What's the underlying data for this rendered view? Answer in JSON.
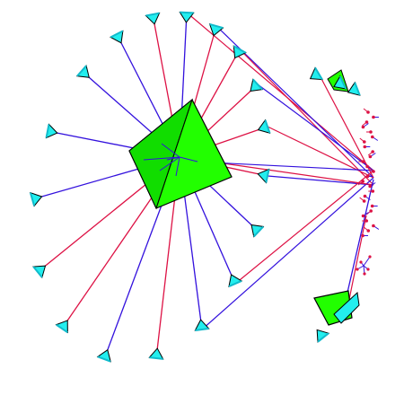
{
  "colors": {
    "background": "#ffffff",
    "hub_fill": "#22ff00",
    "hub_fill_shade": "#11dd00",
    "node_fill": "#22eeee",
    "node_fill_shade": "#11bbcc",
    "outline": "#000000",
    "edge_warm": "#dd1144",
    "edge_cool": "#3311dd"
  },
  "icons": {
    "hub": "green-tetrahedron",
    "node": "cyan-cone",
    "cluster": "node-cluster"
  }
}
